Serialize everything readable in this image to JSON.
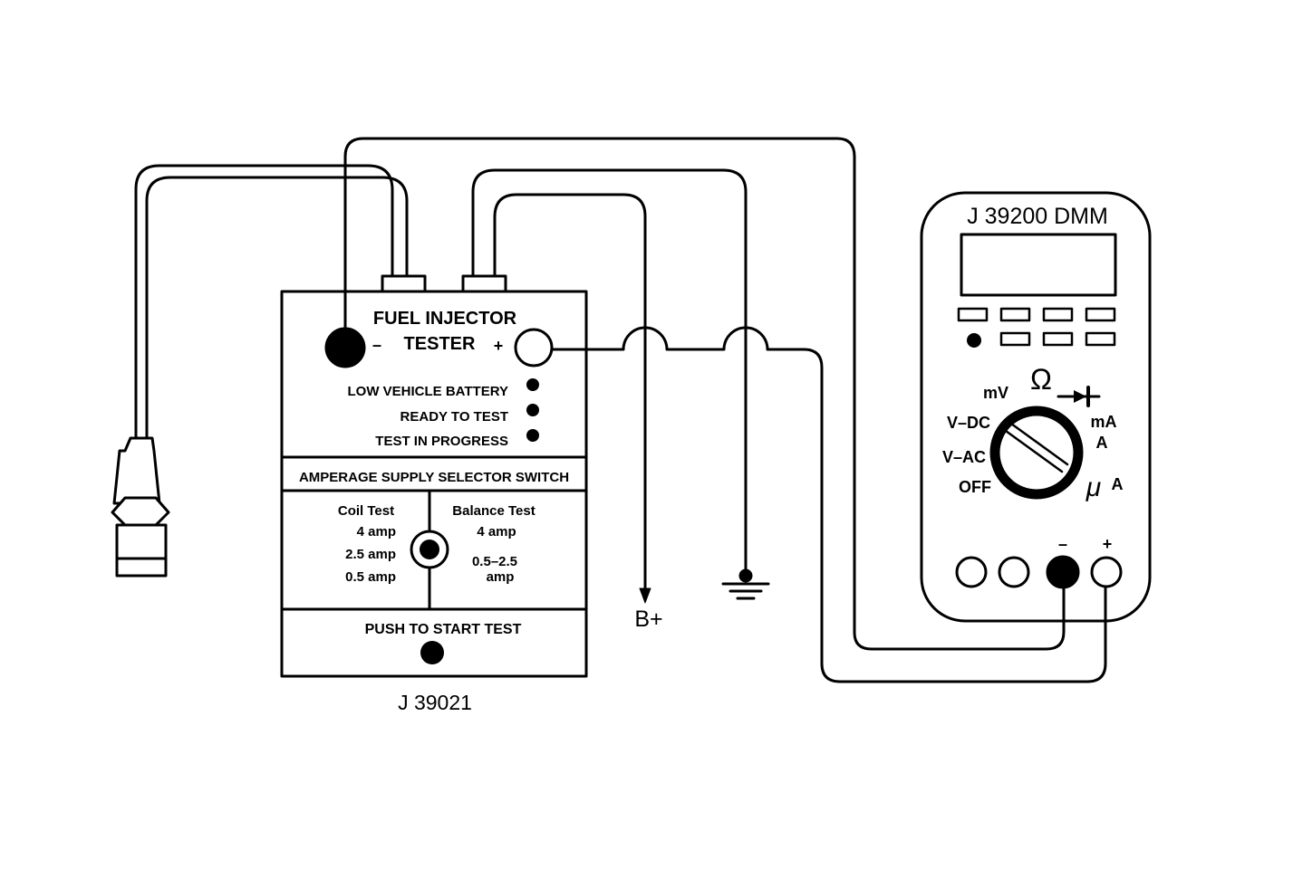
{
  "tester": {
    "title_line1": "FUEL INJECTOR",
    "title_line2": "TESTER",
    "neg_symbol": "–",
    "pos_symbol": "+",
    "indicators": [
      "LOW VEHICLE BATTERY",
      "READY TO TEST",
      "TEST IN PROGRESS"
    ],
    "selector_header": "AMPERAGE SUPPLY SELECTOR SWITCH",
    "coil_test": {
      "title": "Coil Test",
      "options": [
        "4 amp",
        "2.5 amp",
        "0.5 amp"
      ]
    },
    "balance_test": {
      "title": "Balance Test",
      "options": [
        "4 amp",
        "0.5–2.5",
        "amp"
      ]
    },
    "push_label": "PUSH TO START TEST",
    "part_number": "J 39021"
  },
  "dmm": {
    "title": "J 39200 DMM",
    "dial_labels": {
      "mv": "mV",
      "ohm": "Ω",
      "vdc": "V–DC",
      "vac": "V–AC",
      "off": "OFF",
      "ma": "mA",
      "a": "A",
      "mu": "μ",
      "ua": "A"
    },
    "jack_neg": "–",
    "jack_pos": "+"
  },
  "terminals": {
    "battery": "B+"
  }
}
